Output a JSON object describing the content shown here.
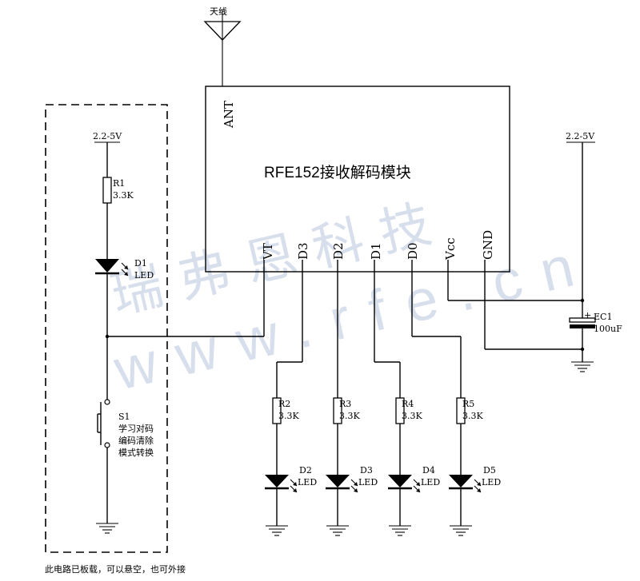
{
  "watermark": {
    "company": "瑞弗恩科技",
    "url": "www.rfe.cn"
  },
  "antenna": {
    "label": "天线"
  },
  "module": {
    "title": "RFE152接收解码模块",
    "pins": [
      "ANT",
      "VT",
      "D3",
      "D2",
      "D1",
      "D0",
      "Vcc",
      "GND"
    ]
  },
  "left_supply": {
    "label": "2.2-5V"
  },
  "right_supply": {
    "label": "2.2-5V"
  },
  "left_circuit": {
    "r1": {
      "name": "R1",
      "value": "3.3K"
    },
    "d1": {
      "name": "D1",
      "value": "LED"
    },
    "s1": {
      "name": "S1",
      "note": [
        "学习对码",
        "编码清除",
        "模式转换"
      ]
    }
  },
  "stages": [
    {
      "resistor": "R2",
      "resistor_value": "3.3K",
      "led": "D2",
      "led_value": "LED"
    },
    {
      "resistor": "R3",
      "resistor_value": "3.3K",
      "led": "D3",
      "led_value": "LED"
    },
    {
      "resistor": "R4",
      "resistor_value": "3.3K",
      "led": "D4",
      "led_value": "LED"
    },
    {
      "resistor": "R5",
      "resistor_value": "3.3K",
      "led": "D5",
      "led_value": "LED"
    }
  ],
  "power_circuit": {
    "ec1": {
      "name": "EC1",
      "value": "100uF"
    }
  },
  "footnote": "此电路已板载，可以悬空，也可外接"
}
